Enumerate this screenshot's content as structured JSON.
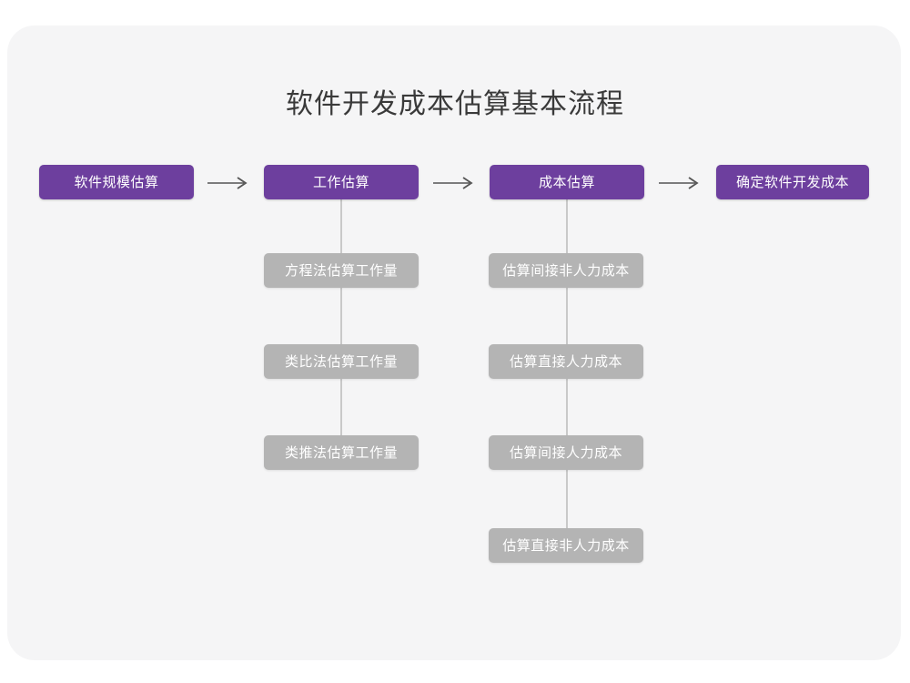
{
  "diagram": {
    "title": "软件开发成本估算基本流程",
    "stages": [
      {
        "label": "软件规模估算"
      },
      {
        "label": "工作估算"
      },
      {
        "label": "成本估算"
      },
      {
        "label": "确定软件开发成本"
      }
    ],
    "arrows": [
      {
        "name": "arrow-stage-1-to-2"
      },
      {
        "name": "arrow-stage-2-to-3"
      },
      {
        "name": "arrow-stage-3-to-4"
      }
    ],
    "branches": [
      {
        "parent": "工作估算",
        "items": [
          {
            "label": "方程法估算工作量"
          },
          {
            "label": "类比法估算工作量"
          },
          {
            "label": "类推法估算工作量"
          }
        ]
      },
      {
        "parent": "成本估算",
        "items": [
          {
            "label": "估算间接非人力成本"
          },
          {
            "label": "估算直接人力成本"
          },
          {
            "label": "估算间接人力成本"
          },
          {
            "label": "估算直接非人力成本"
          }
        ]
      }
    ],
    "colors": {
      "primary": "#6d3f9e",
      "secondary": "#b4b4b4",
      "card_background": "#f5f5f6",
      "page_background": "#ffffff",
      "title_text": "#3a3a3a",
      "connector": "#c9c9c9",
      "arrow": "#555555"
    }
  }
}
